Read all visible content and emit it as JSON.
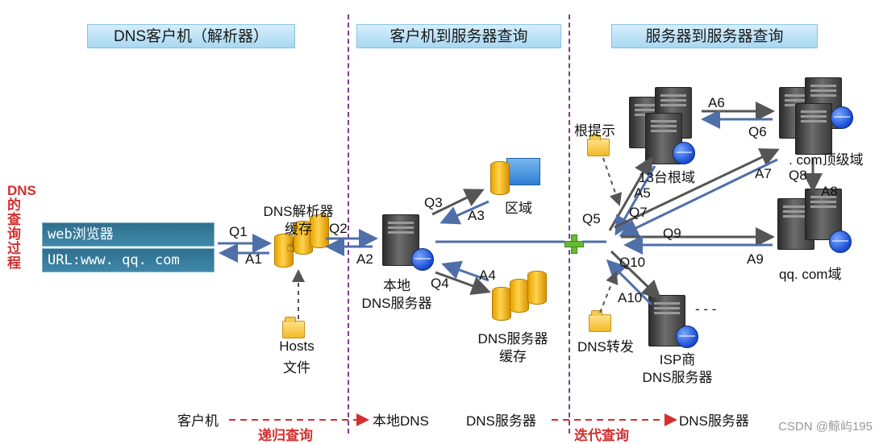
{
  "headers": {
    "client": "DNS客户机（解析器）",
    "client_to_server": "客户机到服务器查询",
    "server_to_server": "服务器到服务器查询"
  },
  "side_title": "DNS的查询过程",
  "browser": {
    "label": "web浏览器",
    "url": "URL:www. qq. com"
  },
  "client": {
    "resolver_cache_line1": "DNS解析器",
    "resolver_cache_line2": "缓存",
    "hosts_line1": "Hosts",
    "hosts_line2": "文件"
  },
  "local_dns": {
    "line1": "本地",
    "line2": "DNS服务器",
    "zone": "区域",
    "cache_line1": "DNS服务器",
    "cache_line2": "缓存"
  },
  "server_side": {
    "root_hints": "根提示",
    "root_servers": "13台根域",
    "com_tld": ". com顶级域",
    "qq_domain": "qq. com域",
    "dns_forward": "DNS转发",
    "isp_line1": "ISP商",
    "isp_line2": "DNS服务器",
    "isp_dots": "- - -"
  },
  "steps": {
    "q1": "Q1",
    "a1": "A1",
    "q2": "Q2",
    "a2": "A2",
    "q3": "Q3",
    "a3": "A3",
    "q4": "Q4",
    "a4": "A4",
    "q5": "Q5",
    "a5": "A5",
    "q6": "Q6",
    "a6": "A6",
    "q7": "Q7",
    "a7": "A7",
    "q8": "Q8",
    "a8": "A8",
    "q9": "Q9",
    "a9": "A9",
    "q10": "Q10",
    "a10": "A10"
  },
  "bottom": {
    "client": "客户机",
    "recursive": "递归查询",
    "local_dns": "本地DNS",
    "dns_server": "DNS服务器",
    "iterative": "迭代查询",
    "dns_server2": "DNS服务器"
  },
  "watermark": "CSDN @鲸屿195",
  "colors": {
    "arrow": "#4f6fa8",
    "dark_arrow": "#555555",
    "recursive_label": "#d32f2f",
    "separator": "#7b3c8c"
  }
}
